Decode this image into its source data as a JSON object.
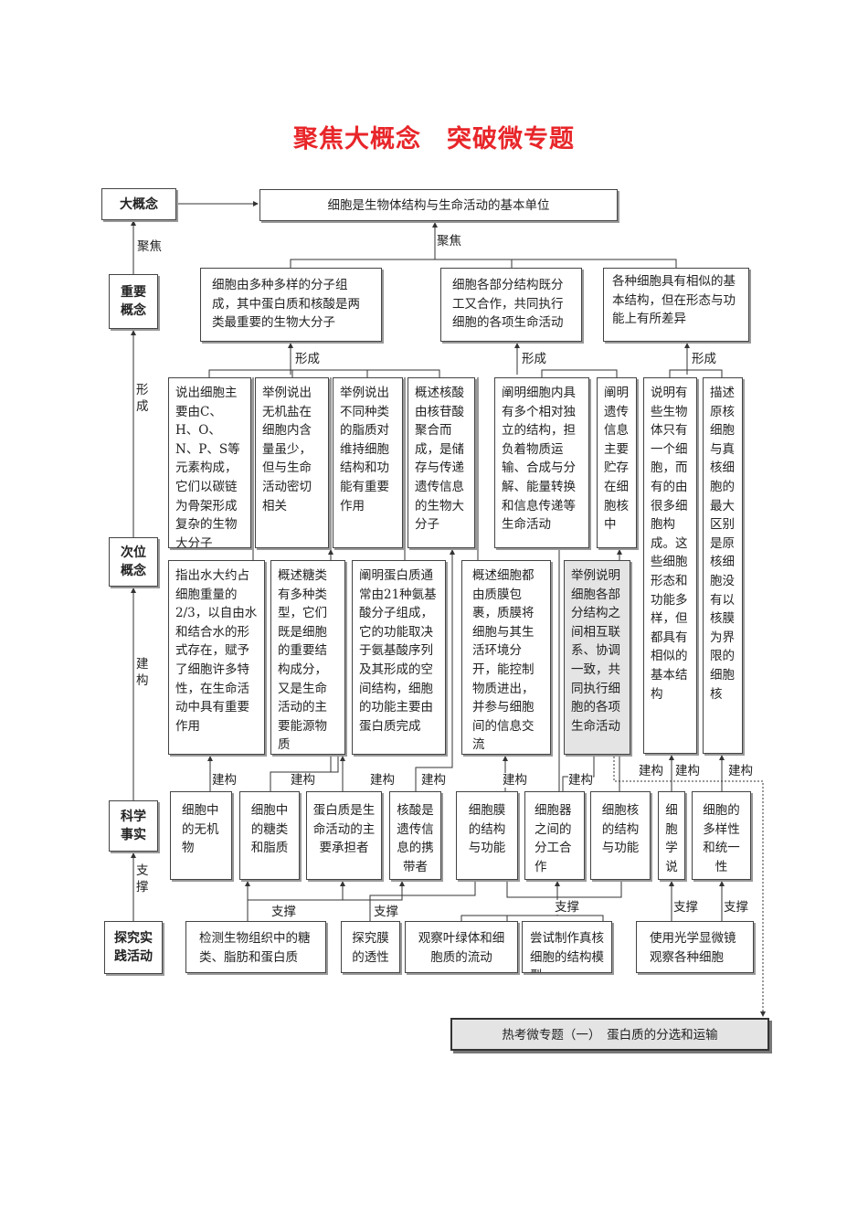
{
  "title": "聚焦大概念　突破微专题",
  "levels": {
    "big": "大概念",
    "important": "重要概念",
    "secondary": "次位概念",
    "facts": "科学事实",
    "practice": "探究实践活动"
  },
  "side_labels": {
    "focus": "聚焦",
    "form": "形成",
    "construct": "建构",
    "support": "支撑"
  },
  "big_concept": "细胞是生物体结构与生命活动的基本单位",
  "focus_label": "聚焦",
  "important": [
    "细胞由多种多样的分子组成，其中蛋白质和核酸是两类最重要的生物大分子",
    "细胞各部分结构既分工又合作，共同执行细胞的各项生命活动",
    "各种细胞具有相似的基本结构，但在形态与功能上有所差异"
  ],
  "form_label": "形成",
  "row3": [
    "说出细胞主要由C、H、O、N、P、S等元素构成，它们以碳链为骨架形成复杂的生物大分子",
    "举例说出无机盐在细胞内含量虽少，但与生命活动密切相关",
    "举例说出不同种类的脂质对维持细胞结构和功能有重要作用",
    "概述核酸由核苷酸聚合而成，是储存与传递遗传信息的生物大分子",
    "阐明细胞内具有多个相对独立的结构，担负着物质运输、合成与分解、能量转换和信息传递等生命活动",
    "阐明遗传信息主要贮存在细胞核中",
    "说明有些生物体只有一个细胞，而有的由很多细胞构成。这些细胞形态和功能多样，但都具有相似的基本结构",
    "描述原核细胞与真核细胞的最大区别是原核细胞没有以核膜为界限的细胞核"
  ],
  "row4": [
    "指出水大约占细胞重量的2/3，以自由水和结合水的形式存在，赋予了细胞许多特性，在生命活动中具有重要作用",
    "概述糖类有多种类型，它们既是细胞的重要结构成分，又是生命活动的主要能源物质",
    "阐明蛋白质通常由21种氨基酸分子组成，它的功能取决于氨基酸序列及其形成的空间结构，细胞的功能主要由蛋白质完成",
    "概述细胞都由质膜包裹，质膜将细胞与其生活环境分开，能控制物质进出，并参与细胞间的信息交流",
    "举例说明细胞各部分结构之间相互联系、协调一致，共同执行细胞的各项生命活动"
  ],
  "construct_label": "建构",
  "facts": [
    "细胞中的无机物",
    "细胞中的糖类和脂质",
    "蛋白质是生命活动的主要承担者",
    "核酸是遗传信息的携带者",
    "细胞膜的结构与功能",
    "细胞器之间的分工合作",
    "细胞核的结构与功能",
    "细胞学说",
    "细胞的多样性和统一性"
  ],
  "support_label": "支撑",
  "practice": [
    "检测生物组织中的糖类、脂肪和蛋白质",
    "探究膜的透性",
    "观察叶绿体和细胞质的流动",
    "尝试制作真核细胞的结构模型",
    "使用光学显微镜观察各种细胞"
  ],
  "topic": "热考微专题（一）　蛋白质的分选和运输",
  "colors": {
    "title": "#e8262a",
    "highlight_box": "#e4e4e4"
  }
}
